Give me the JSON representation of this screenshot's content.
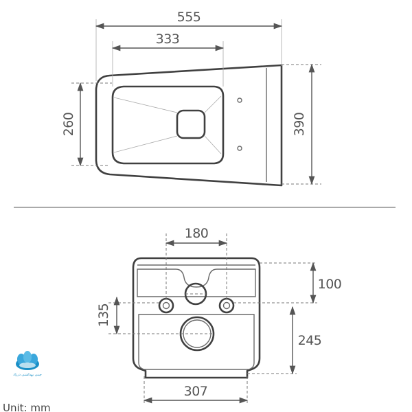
{
  "top_view": {
    "dims": {
      "total_length": "555",
      "bowl_length": "333",
      "bowl_width": "260",
      "total_width": "390"
    }
  },
  "front_view": {
    "dims": {
      "bolt_spacing": "180",
      "top_to_holes": "100",
      "hole_height": "135",
      "holes_to_bottom": "245",
      "base_width": "307"
    }
  },
  "logo": {
    "caption": "چینی بهداشتی درژاد"
  },
  "footer": {
    "unit_note": "Unit: mm"
  },
  "colors": {
    "line": "#404040",
    "accent": "#1a8fc6"
  }
}
